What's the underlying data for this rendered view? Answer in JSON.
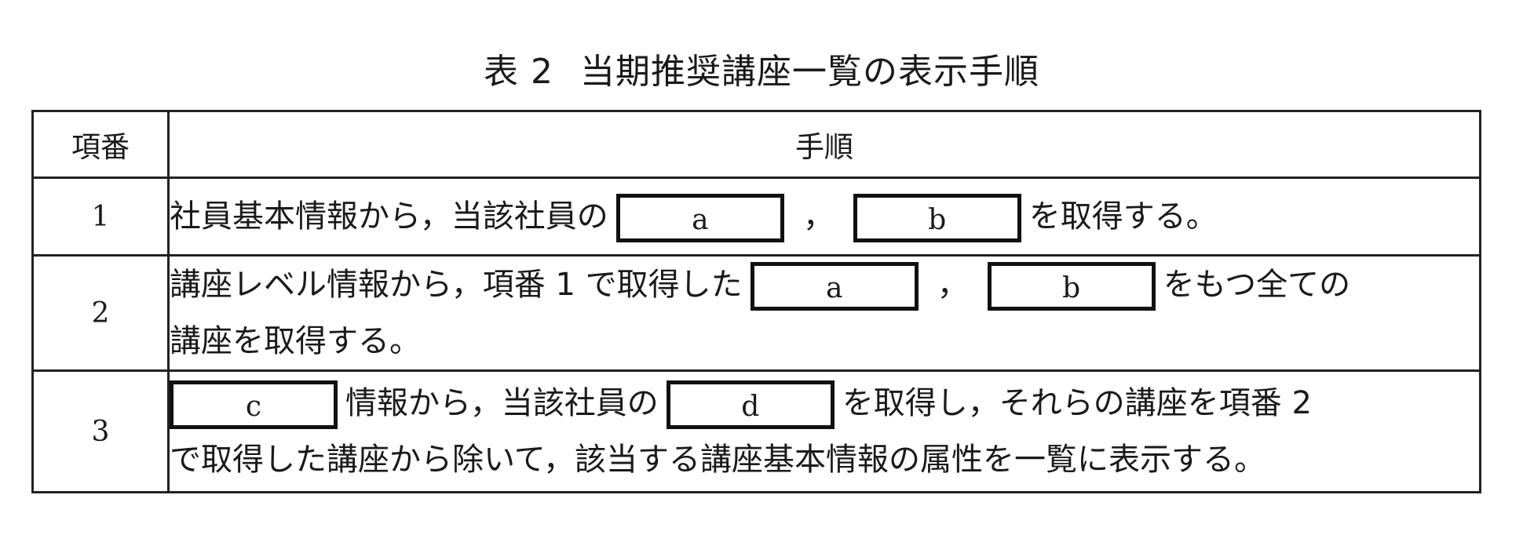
{
  "caption": {
    "number": "表 2",
    "title": "当期推奨講座一覧の表示手順"
  },
  "headers": {
    "item_no": "項番",
    "procedure": "手順"
  },
  "blanks": {
    "a": "a",
    "b": "b",
    "c": "c",
    "d": "d"
  },
  "separator": "，",
  "rows": [
    {
      "no": "1",
      "pre": "社員基本情報から，当該社員の",
      "post": "を取得する。"
    },
    {
      "no": "2",
      "pre": "講座レベル情報から，項番 1 で取得した",
      "post_line1": "をもつ全ての",
      "line2": "講座を取得する。"
    },
    {
      "no": "3",
      "mid": "情報から，当該社員の",
      "post_line1": "を取得し，それらの講座を項番 2",
      "line2": "で取得した講座から除いて，該当する講座基本情報の属性を一覧に表示する。"
    }
  ]
}
